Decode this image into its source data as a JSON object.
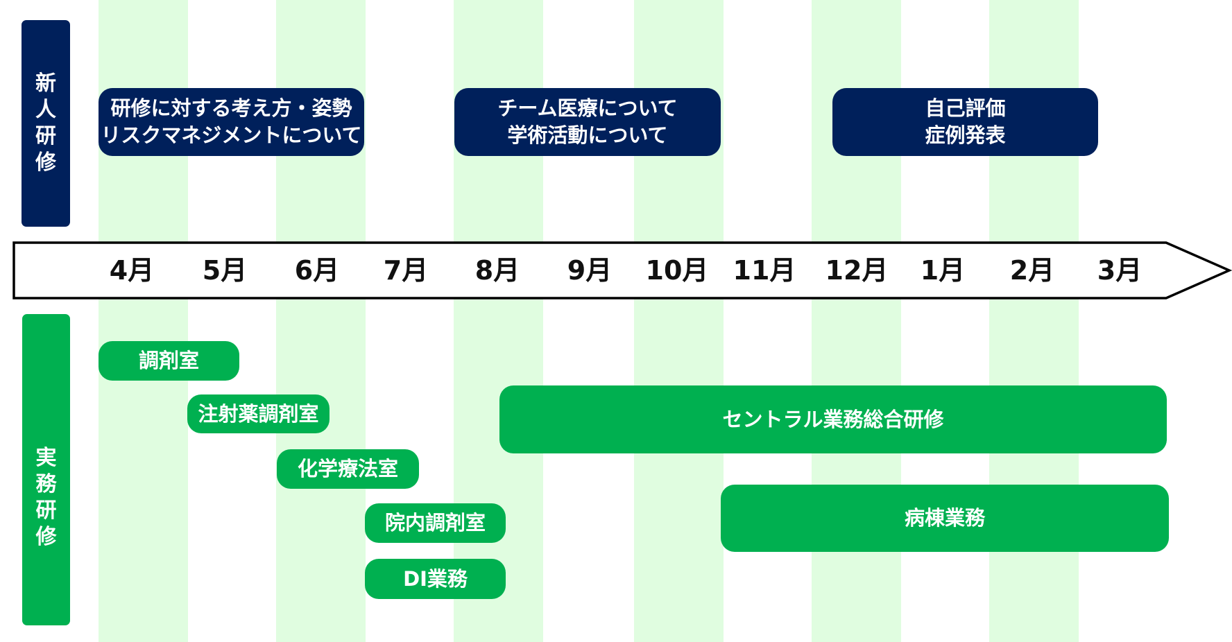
{
  "colors": {
    "navy": "#00205b",
    "green": "#00b050",
    "stripe": "#e0fde0"
  },
  "sections": {
    "new_staff": [
      "新",
      "人",
      "研",
      "修"
    ],
    "practical": [
      "実",
      "務",
      "研",
      "修"
    ]
  },
  "months": [
    "4月",
    "5月",
    "6月",
    "7月",
    "8月",
    "9月",
    "10月",
    "11月",
    "12月",
    "1月",
    "2月",
    "3月"
  ],
  "new_staff_items": [
    {
      "lines": [
        "研修に対する考え方・姿勢",
        "リスクマネジメントについて"
      ]
    },
    {
      "lines": [
        "チーム医療について",
        "学術活動について"
      ]
    },
    {
      "lines": [
        "自己評価",
        "症例発表"
      ]
    }
  ],
  "practical_items": [
    {
      "label": "調剤室"
    },
    {
      "label": "注射薬調剤室"
    },
    {
      "label": "化学療法室"
    },
    {
      "label": "院内調剤室"
    },
    {
      "label": "DI業務"
    },
    {
      "label": "セントラル業務総合研修"
    },
    {
      "label": "病棟業務"
    }
  ]
}
